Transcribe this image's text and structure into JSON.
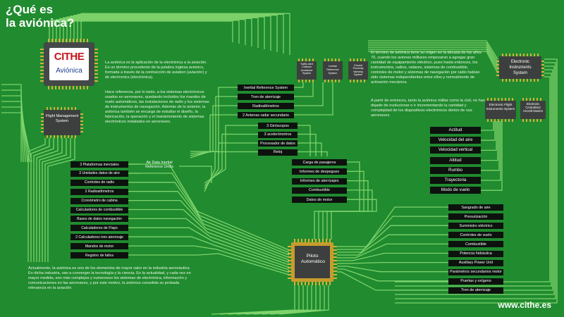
{
  "title_line1": "¿Qué es",
  "title_line2": "la aviónica?",
  "logo_brand": "CITHE",
  "logo_sub": "Aviónica",
  "url": "www.cithe.es",
  "para_intro1": "La aviónica es la aplicación de la electrónica a la aviación. Es un término procedente de la palabra inglesa avionics, formada a través de la contracción de aviation (aviación) y de electronics (electrónica).",
  "para_intro2": "Hace referencia, por lo tanto, a los sistemas electrónicos usados en aeronaves, quedando incluidos los mandos de vuelo automáticos, las instalaciones de radio y los sistemas de instrumentos de navegación. Además de lo anterior, la aviónica también se encarga de estudiar el diseño, la fabricación, la operación y el mantenimiento de sistemas electrónicos instalados en aeronaves.",
  "para_origin1": "El término de aviónica tiene su origen en la década de los años 70, cuando los aviones militares empezaron a agregar gran cantidad de equipamiento eléctrico, pues hasta entonces, los instrumentos, radios, radares, sistemas de combustible, controles de motor y sistemas de navegación por radio habían sido sistemas independientes entre ellos y normalmente de activación mecánica.",
  "para_origin2": "A partir de entonces, tanto la aviónica militar como la civil, no han dejado de evolucionar e ir incrementando la cantidad y complejidad de los dispositivos electrónicos dentro de sus aeronaves.",
  "para_bottom": "Actualmente, la aviónica es uno de los elementos de mayor valor en la industria aeronáutica. En dicha industria, van a converger la tecnología y la ciencia. En la actualidad, y cada vez en mayor medida, son más complejos y numerosos los sistemas de electrónica, información y comunicaciones en las aeronaves, y por este motivo, la aviónica consolida su probada relevancia en la aviación.",
  "chips": {
    "fms": "Flight Management System",
    "tcas": "Traffic Alert Collision Avoidance System",
    "irs": "Inertial Reference System",
    "gpws": "Ground Proximity Warning System",
    "eis": "Electronic Instruments System",
    "efis": "Electronic Flight Instruments System",
    "ecam": "Electronic Centralized Aircraft Monitor",
    "autopilot": "Piloto Automático"
  },
  "adirs_label": "Air Data Inertial Reference Unit's",
  "top_center_list": [
    "Inertial Reference System",
    "Tren de aterrizaje",
    "Radioaltímetros",
    "2 Antenas radar secundario"
  ],
  "mid_center_list": [
    "3 Giróscopos",
    "3 acelerómetros",
    "Procesador de datos",
    "Reloj"
  ],
  "lower_center_list": [
    "Carga de pasajeros",
    "Informes de despegues",
    "Informes de aterrizajes",
    "Combustible",
    "Datos de motor"
  ],
  "left_list": [
    "3 Plataformas inerciales",
    "3 Unidades datos de aire",
    "Controles de radio",
    "2 Radioaltímetros",
    "Cronómetro de cabina",
    "Calculadores de combustible",
    "Bases de datos navegación",
    "Calculadores de Flaps",
    "2 Calculadores tren aterrizaje",
    "Mandos de motor",
    "Registro de fallos"
  ],
  "right_top_list": [
    "Actitud",
    "Velocidad del aire",
    "Velocidad vertical",
    "Altitud",
    "Rumbo",
    "Trayectoria",
    "Modo de vuelo"
  ],
  "right_bottom_list": [
    "Sangrado de aire",
    "Presurización",
    "Suministro eléctrico",
    "Controles de vuelo",
    "Combustible",
    "Potencia hidráulica",
    "Auxiliary Power Unit",
    "Parámetros secundarios motor",
    "Puertas y oxígeno",
    "Tren de aterrizaje"
  ],
  "colors": {
    "board": "#208b2f",
    "trace": "#7ed36b",
    "chip": "#3d3f3f",
    "pin": "#d6b13c",
    "label": "#0d120e",
    "autopilot_frame": "#c89c2c"
  }
}
